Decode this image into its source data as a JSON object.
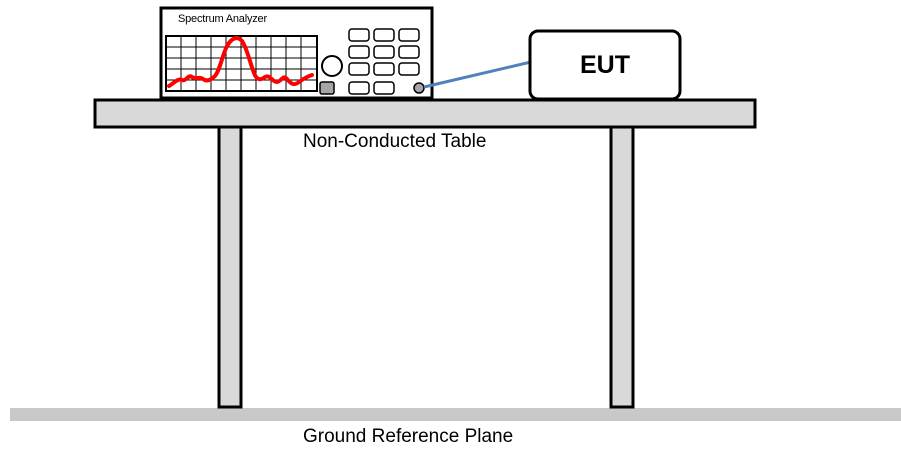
{
  "analyzer": {
    "label": "Spectrum Analyzer"
  },
  "eut": {
    "label": "EUT"
  },
  "table": {
    "label": "Non-Conducted Table"
  },
  "ground": {
    "label": "Ground Reference Plane"
  },
  "colors": {
    "outline": "#000000",
    "table_fill": "#d9d9d9",
    "trace": "#ff0000",
    "cable": "#4f81bd",
    "knob_fill": "#ffffff",
    "key_fill": "#ffffff",
    "connector_fill": "#a6a6a6"
  }
}
